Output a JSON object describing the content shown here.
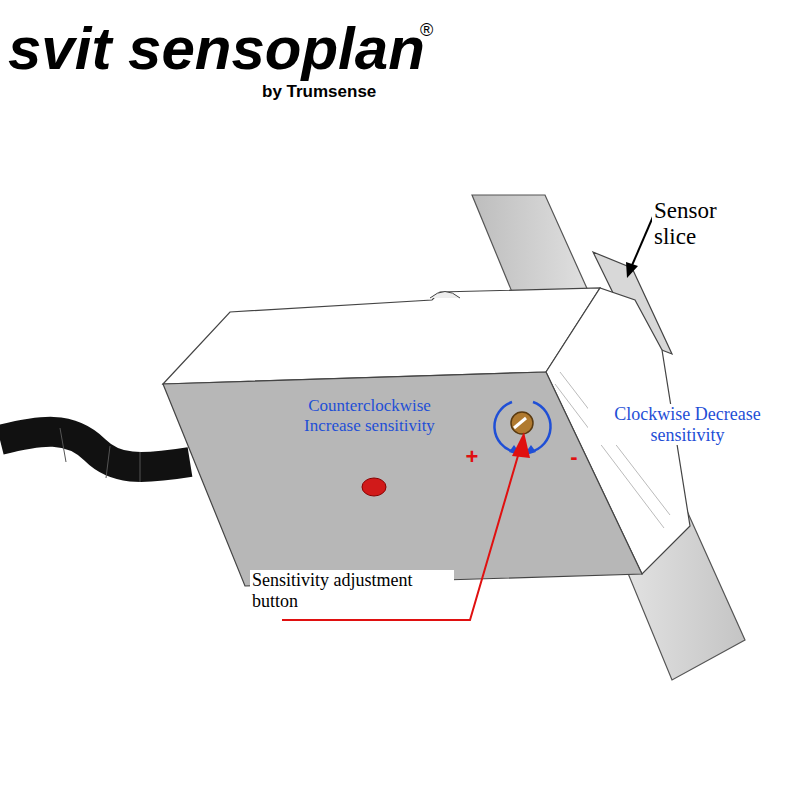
{
  "diagram": {
    "labels": [
      "svit sensoplan",
      "®",
      "by Trumsense",
      "Sensor slice",
      "Counterclockwise Increase sensitivity",
      "Clockwise Decrease sensitivity",
      "+",
      "-",
      "Sensitivity adjustment button"
    ]
  }
}
